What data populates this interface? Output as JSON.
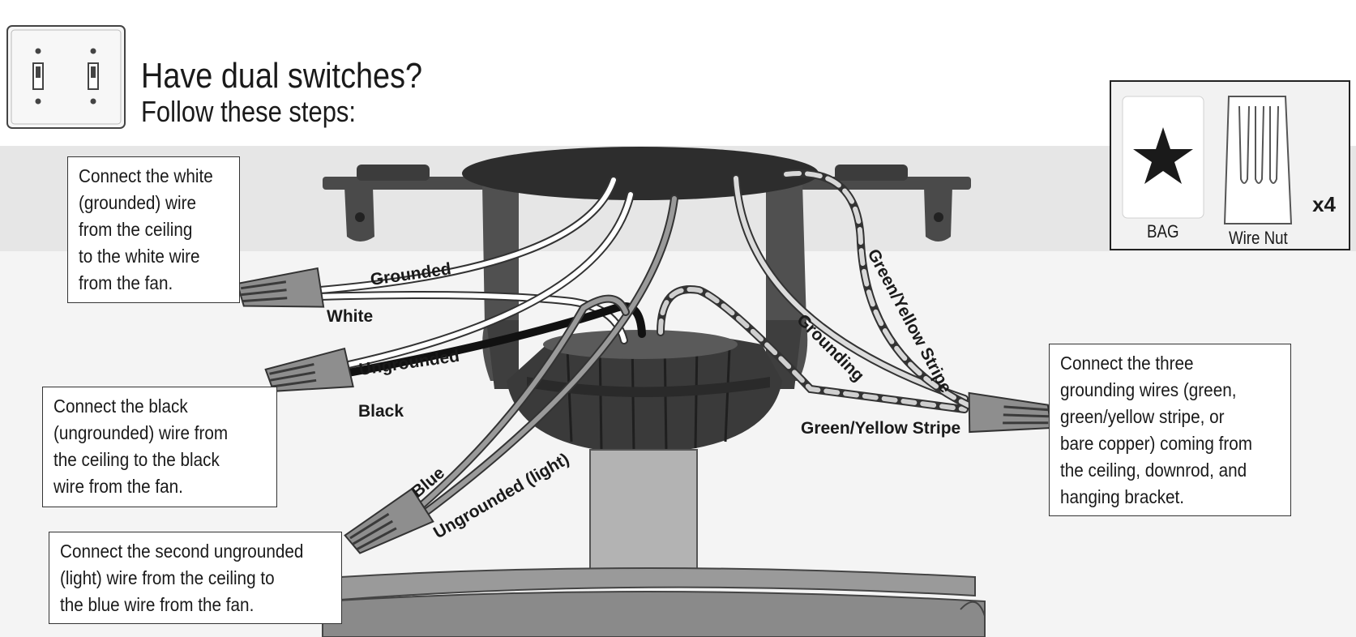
{
  "heading": {
    "title": "Have dual switches?",
    "subtitle": "Follow these steps:"
  },
  "callouts": {
    "white": "Connect the white\n(grounded) wire\nfrom the ceiling\nto the white wire\nfrom the fan.",
    "black": "Connect the black\n(ungrounded) wire from\nthe ceiling to the black\nwire from the fan.",
    "light": "Connect the second ungrounded\n(light) wire from the ceiling to\nthe blue wire from the fan.",
    "ground": "Connect the three\ngrounding wires (green,\ngreen/yellow stripe, or\nbare copper) coming from\nthe ceiling, downrod, and\nhanging bracket."
  },
  "wire_labels": {
    "grounded": "Grounded",
    "white": "White",
    "ungrounded": "Ungrounded",
    "black": "Black",
    "blue": "Blue",
    "ungrounded_light": "Ungrounded (light)",
    "grounding": "Grounding",
    "green_yellow_stripe_diag": "Green/Yellow Stripe",
    "green_yellow_stripe": "Green/Yellow Stripe"
  },
  "parts_legend": {
    "bag_label": "BAG",
    "wire_nut_label": "Wire Nut",
    "quantity": "x4",
    "bag_icon": "star-icon"
  }
}
